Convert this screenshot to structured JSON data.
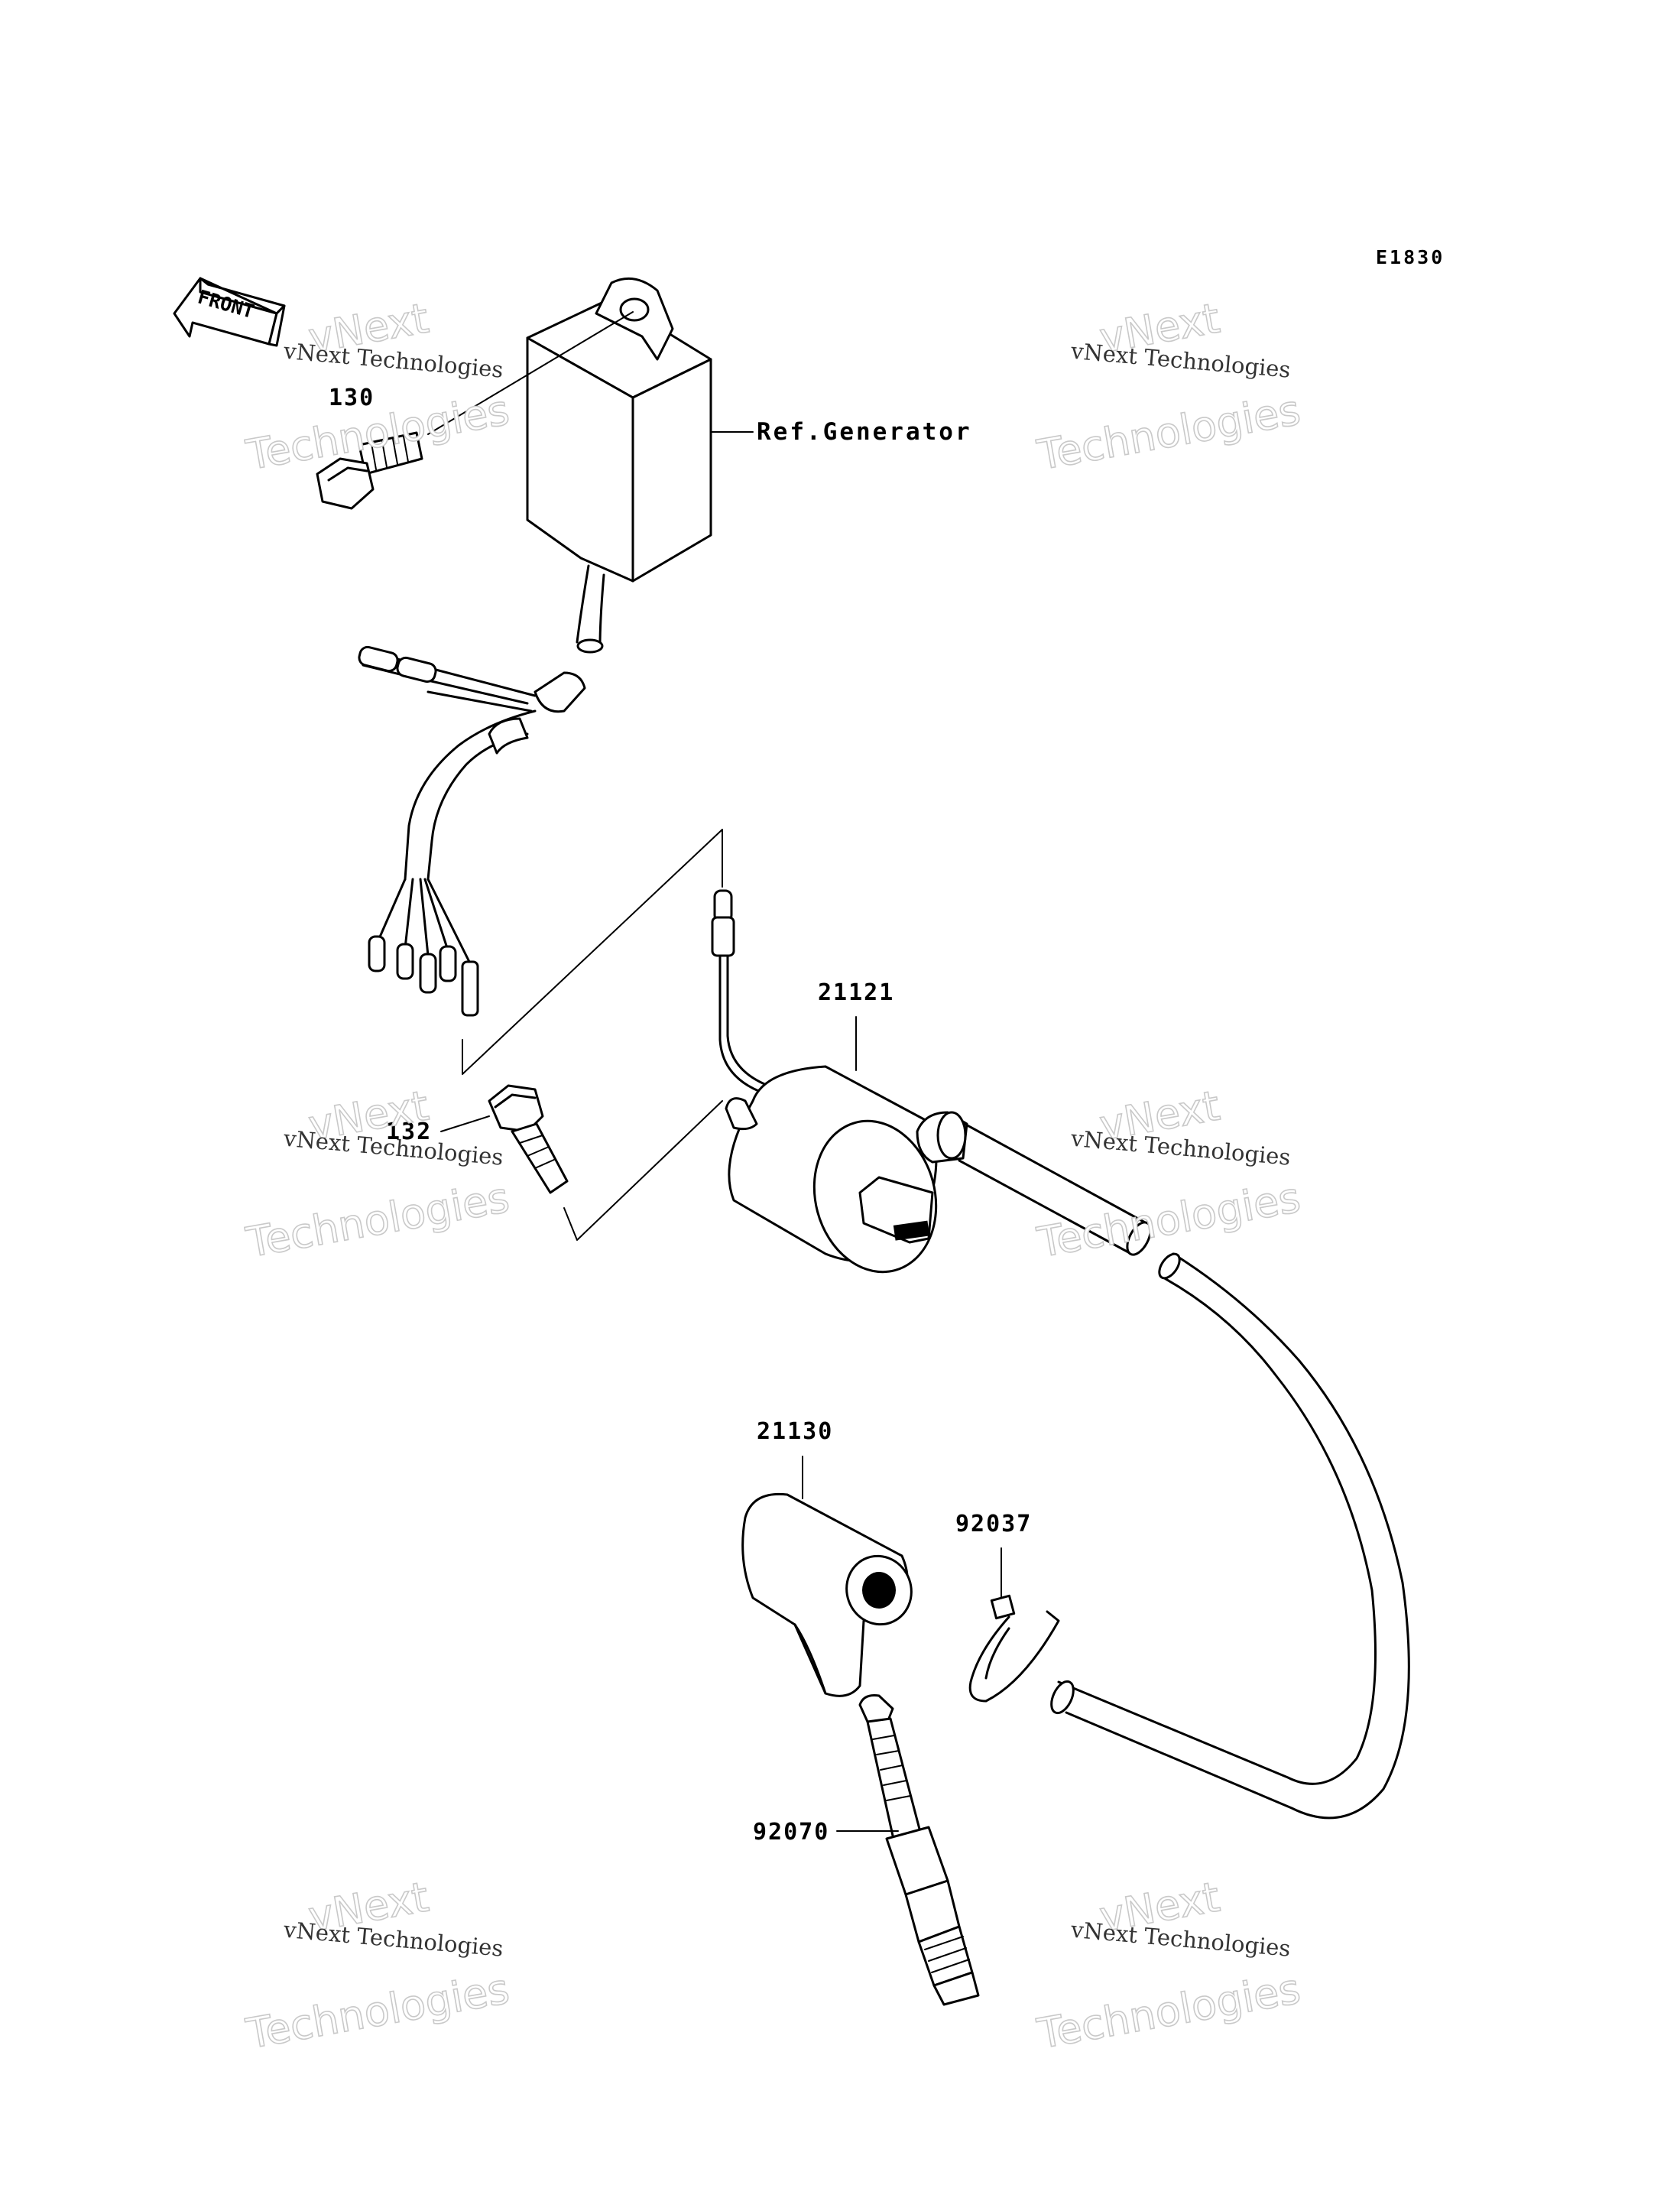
{
  "diagram_code": "E1830",
  "front_arrow_label": "FRONT",
  "ref_generator_label": "Ref.Generator",
  "part_numbers": {
    "bolt_top": "130",
    "bolt_middle": "132",
    "ignition_coil": "21121",
    "plug_cap": "21130",
    "clamp": "92037",
    "spark_plug": "92070"
  },
  "watermark": {
    "line_small": "vNext Technologies",
    "line_big_1": "vNext",
    "line_big_2": "Technologies"
  }
}
